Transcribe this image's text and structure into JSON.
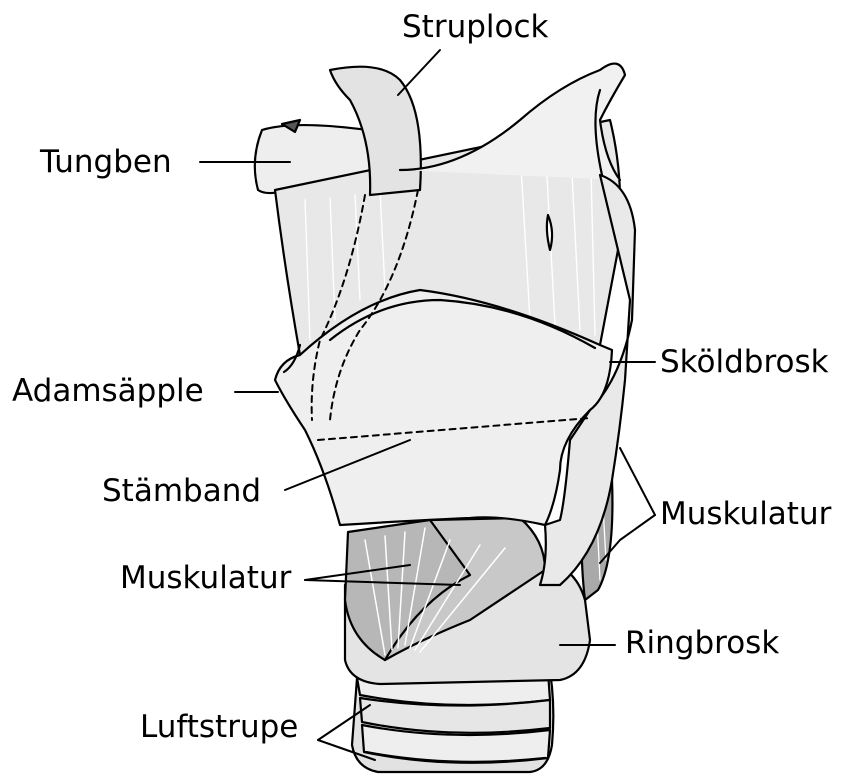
{
  "labels": {
    "struplock": "Struplock",
    "tungben": "Tungben",
    "skoldbrosk": "Sköldbrosk",
    "adamsapple": "Adamsäpple",
    "stamband": "Stämband",
    "muskulatur_right": "Muskulatur",
    "muskulatur_left": "Muskulatur",
    "ringbrosk": "Ringbrosk",
    "luftstrupe": "Luftstrupe"
  },
  "colors": {
    "cartilage": "#ececec",
    "cartilage_light": "#f7f7f7",
    "muscle": "#b9b9b9",
    "muscle_dark": "#999999",
    "outline": "#000000"
  }
}
